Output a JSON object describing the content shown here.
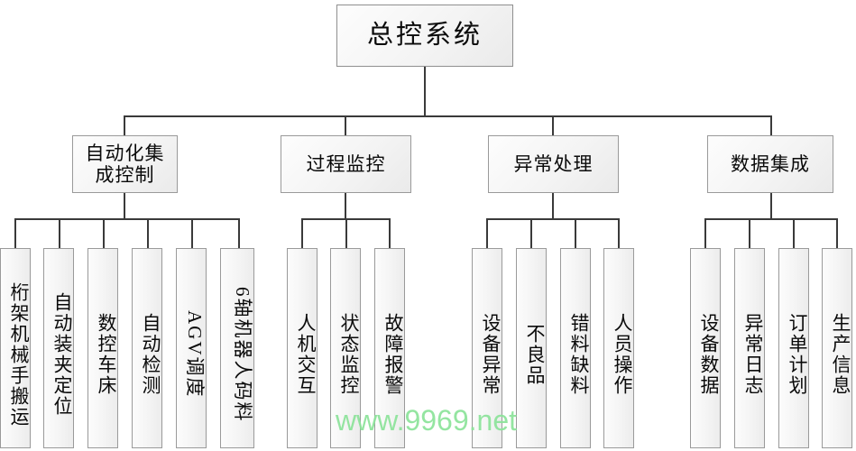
{
  "diagram": {
    "type": "organization-tree",
    "root": {
      "label": "总控系统"
    },
    "level2": [
      {
        "label_line1": "自动化集",
        "label_line2": "成控制",
        "label": "自动化集成控制"
      },
      {
        "label": "过程监控"
      },
      {
        "label": "异常处理"
      },
      {
        "label": "数据集成"
      }
    ],
    "groups": [
      {
        "parent": "自动化集成控制",
        "leaves": [
          {
            "label": "桁架机械手搬运"
          },
          {
            "label": "自动装夹定位"
          },
          {
            "label": "数控车床"
          },
          {
            "label": "自动检测"
          },
          {
            "label": "AGV调度"
          },
          {
            "label": "6轴机器人码料"
          }
        ]
      },
      {
        "parent": "过程监控",
        "leaves": [
          {
            "label": "人机交互"
          },
          {
            "label": "状态监控"
          },
          {
            "label": "故障报警"
          }
        ]
      },
      {
        "parent": "异常处理",
        "leaves": [
          {
            "label": "设备异常"
          },
          {
            "label": "不良品"
          },
          {
            "label": "错料缺料"
          },
          {
            "label": "人员操作"
          }
        ]
      },
      {
        "parent": "数据集成",
        "leaves": [
          {
            "label": "设备数据"
          },
          {
            "label": "异常日志"
          },
          {
            "label": "订单计划"
          },
          {
            "label": "生产信息"
          }
        ]
      }
    ]
  },
  "watermark": {
    "text": "www.9969.net",
    "color": "#8ce39a"
  }
}
